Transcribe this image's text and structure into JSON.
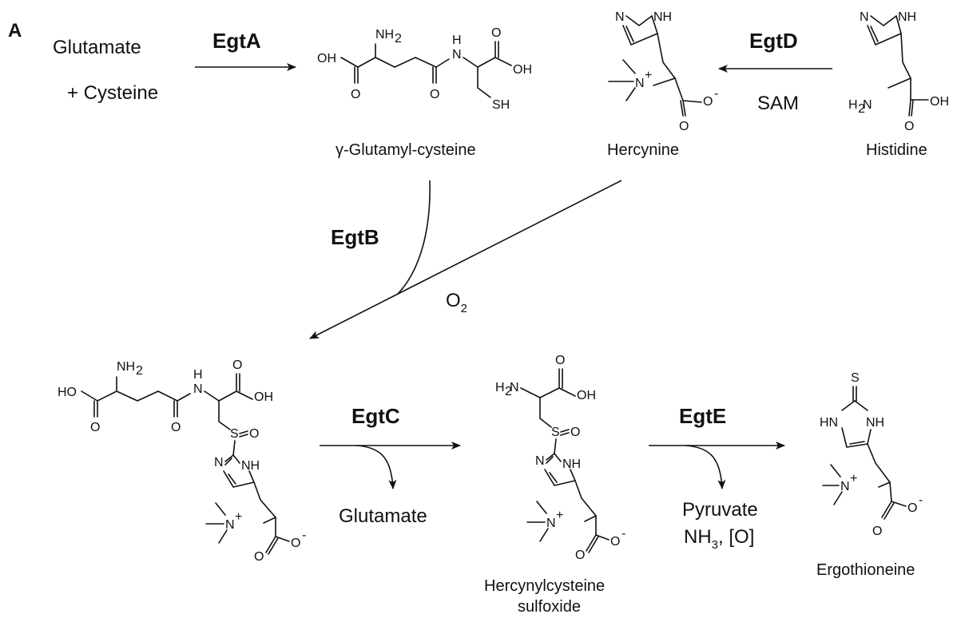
{
  "panel_label": "A",
  "enzymes": {
    "egtA": "EgtA",
    "egtB": "EgtB",
    "egtC": "EgtC",
    "egtD": "EgtD",
    "egtE": "EgtE"
  },
  "reactants": {
    "glutamate": "Glutamate",
    "cysteine": "+  Cysteine"
  },
  "cosubstrates": {
    "sam": "SAM",
    "o2_main": "O",
    "o2_sub": "2"
  },
  "byproducts": {
    "glutamate": "Glutamate",
    "pyruvate": "Pyruvate",
    "nh3_main": "NH",
    "nh3_sub": "3",
    "nh3_rest": ", [O]"
  },
  "compounds": {
    "glutamyl_cysteine": "γ-Glutamyl-cysteine",
    "hercynine": "Hercynine",
    "histidine": "Histidine",
    "hercynylcysteine_sulfoxide_1": "Hercynylcysteine",
    "hercynylcysteine_sulfoxide_2": "sulfoxide",
    "ergothioneine": "Ergothioneine"
  },
  "atoms": {
    "oh": "OH",
    "ho": "HO",
    "o": "O",
    "nh2": "NH",
    "h2n": "H",
    "two": "2",
    "n_sub": "N",
    "nh": "NH",
    "hn": "HN",
    "n": "N",
    "h": "H",
    "sh": "SH",
    "s": "S",
    "so": "S",
    "eq_o": "O",
    "nplus": "N",
    "plus": "+",
    "ominus": "O",
    "minus": "-"
  }
}
